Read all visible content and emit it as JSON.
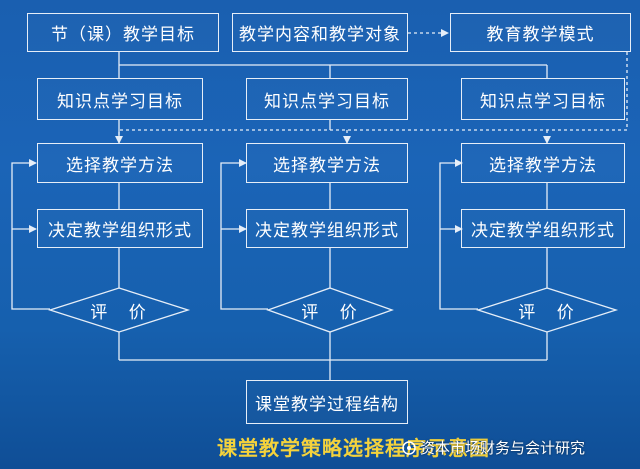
{
  "top": {
    "goal": "节（课）教学目标",
    "content": "教学内容和教学对象",
    "mode": "教育教学模式"
  },
  "columns": [
    {
      "knowledge": "知识点学习目标",
      "method": "选择教学方法",
      "form": "决定教学组织形式",
      "evaluate": "评 价"
    },
    {
      "knowledge": "知识点学习目标",
      "method": "选择教学方法",
      "form": "决定教学组织形式",
      "evaluate": "评 价"
    },
    {
      "knowledge": "知识点学习目标",
      "method": "选择教学方法",
      "form": "决定教学组织形式",
      "evaluate": "评 价"
    }
  ],
  "result": "课堂教学过程结构",
  "caption": "课堂教学策略选择程序示意图",
  "watermark": "资本市场财务与会计研究",
  "colors": {
    "line": "#e6eef8",
    "caption": "#f4d23c"
  }
}
